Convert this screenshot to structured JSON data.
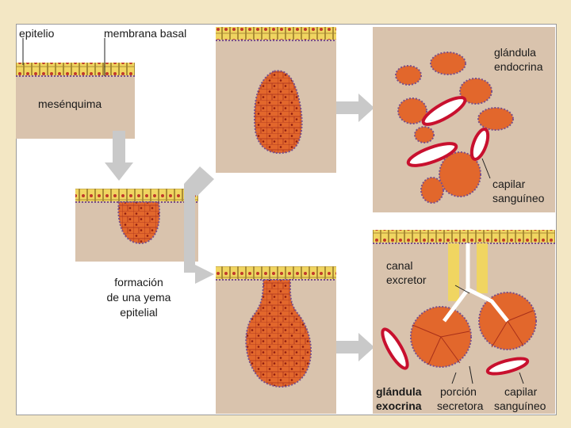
{
  "labels": {
    "epitelio": "epitelio",
    "membrana_basal": "membrana basal",
    "mesenquima": "mesénquima",
    "yema_1": "formación",
    "yema_2": "de una yema",
    "yema_3": "epitelial",
    "endocrina_1": "glándula",
    "endocrina_2": "endocrina",
    "capilar_top_1": "capilar",
    "capilar_top_2": "sanguíneo",
    "canal_1": "canal",
    "canal_2": "excretor",
    "exocrina_1": "glándula",
    "exocrina_2": "exocrina",
    "porcion_1": "porción",
    "porcion_2": "secretora",
    "capilar_bot_1": "capilar",
    "capilar_bot_2": "sanguíneo"
  },
  "colors": {
    "background": "#f3e7c4",
    "tissue": "#d9c3ad",
    "epithelium": "#f0d561",
    "nucleus": "#c0392b",
    "gland_cell": "#e2672c",
    "arrow": "#c9c9c9",
    "capillary": "#c8102e"
  }
}
